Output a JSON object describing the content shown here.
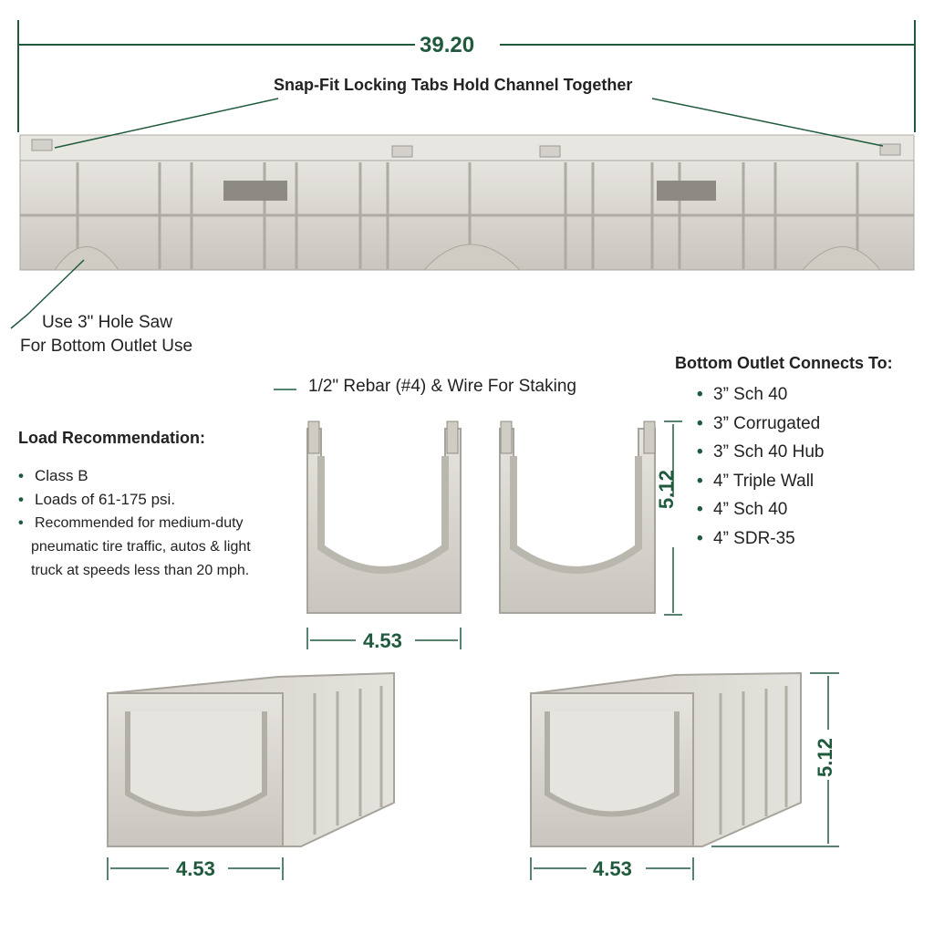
{
  "dimensions": {
    "overall_length": "39.20",
    "width_a": "4.53",
    "height_a": "5.12",
    "width_b": "4.53",
    "width_c": "4.53",
    "height_c": "5.12"
  },
  "callouts": {
    "locking_tabs": "Snap-Fit Locking Tabs Hold Channel Together",
    "hole_saw_line1": "Use 3\" Hole Saw",
    "hole_saw_line2": "For Bottom Outlet Use",
    "rebar": "1/2\" Rebar (#4) & Wire For Staking"
  },
  "load": {
    "heading": "Load Recommendation:",
    "items": [
      "Class B",
      "Loads of 61-175 psi.",
      "Recommended for medium-duty",
      "pneumatic tire traffic, autos & light",
      "truck at speeds less than 20 mph."
    ]
  },
  "outlet": {
    "heading": "Bottom Outlet Connects To:",
    "items": [
      "3” Sch 40",
      "3” Corrugated",
      "3” Sch 40 Hub",
      "4” Triple Wall",
      "4” Sch 40",
      "4” SDR-35"
    ]
  },
  "colors": {
    "accent": "#1f5a3d",
    "concrete": "#d9d7d0",
    "concrete_dark": "#b8b5ad"
  }
}
